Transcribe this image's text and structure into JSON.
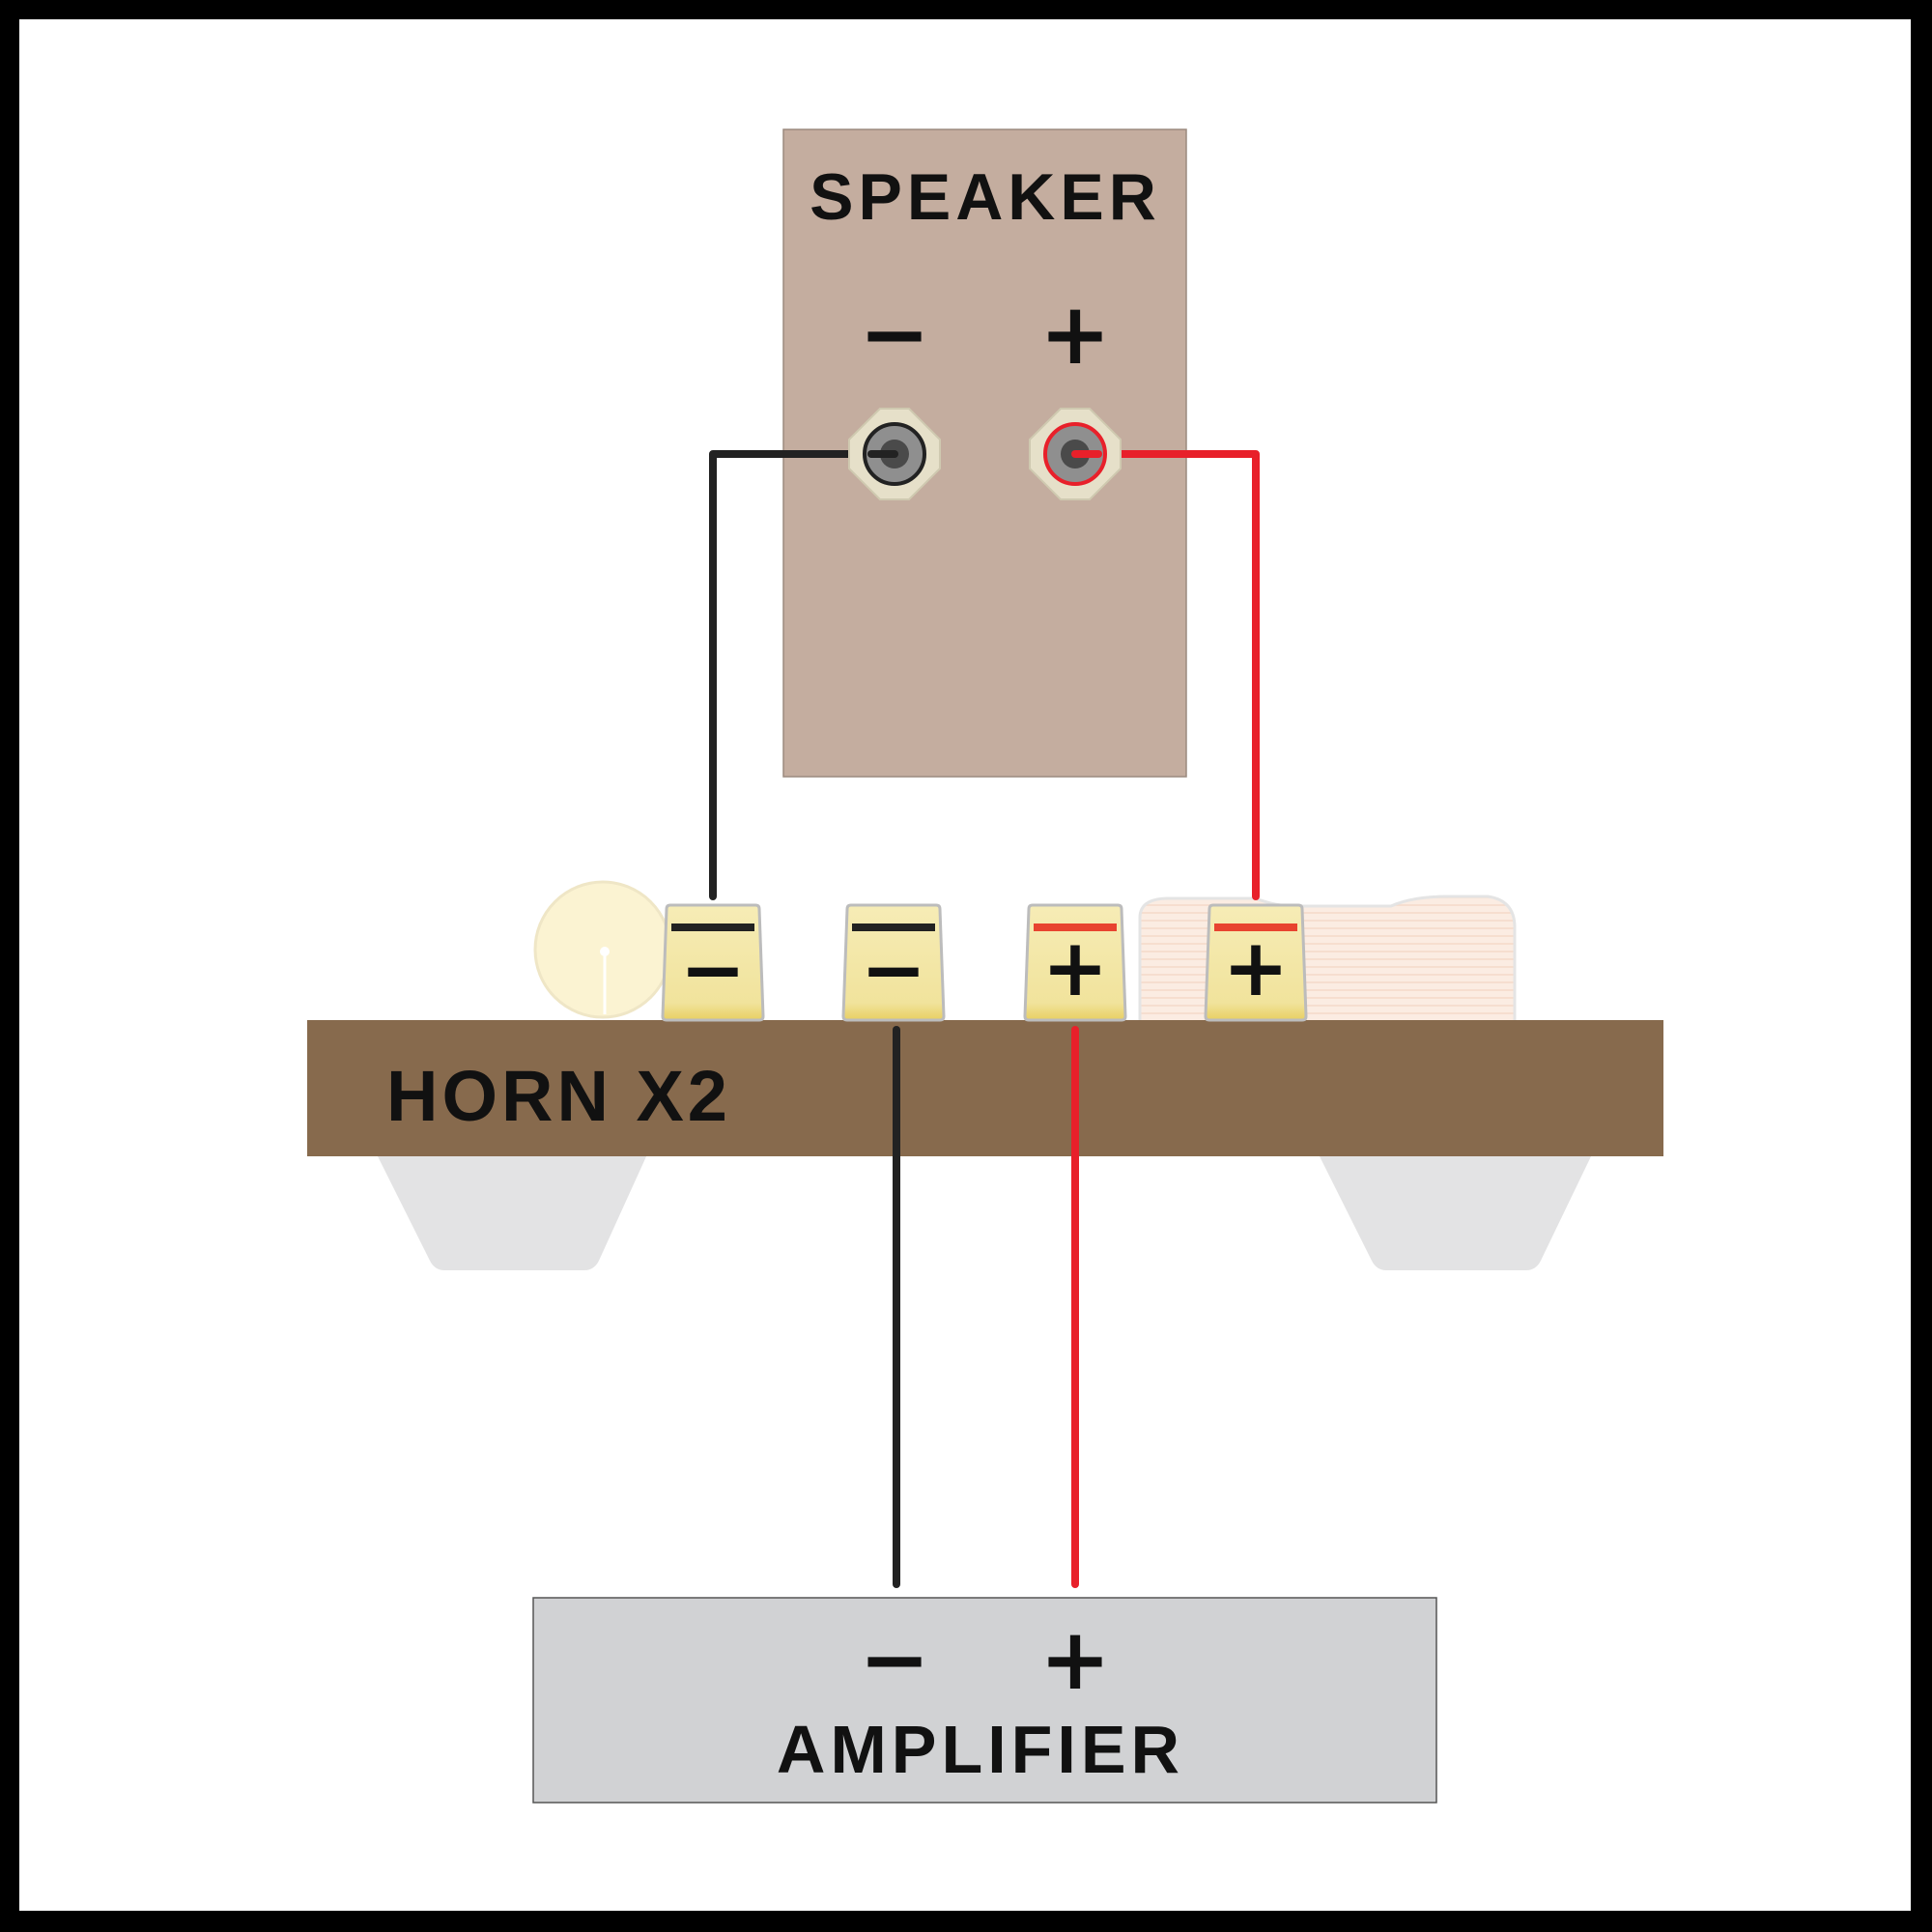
{
  "speaker": {
    "label": "SPEAKER",
    "minus_sign": "−",
    "plus_sign": "+"
  },
  "horn": {
    "label": "HORN X2",
    "terminals": [
      {
        "id": "horn-terminal-1",
        "sign": "−",
        "polarity": "negative"
      },
      {
        "id": "horn-terminal-2",
        "sign": "−",
        "polarity": "negative"
      },
      {
        "id": "horn-terminal-3",
        "sign": "+",
        "polarity": "positive"
      },
      {
        "id": "horn-terminal-4",
        "sign": "+",
        "polarity": "positive"
      }
    ]
  },
  "amplifier": {
    "label": "AMPLIFIER",
    "minus_sign": "−",
    "plus_sign": "+"
  },
  "colors": {
    "negative_wire": "#222222",
    "positive_wire": "#e8202a",
    "speaker_box": "#c4ad9f",
    "horn_board": "#876a4d",
    "amplifier_box": "#d1d2d4",
    "terminal": "#f3e6a5",
    "frame": "#000000"
  }
}
